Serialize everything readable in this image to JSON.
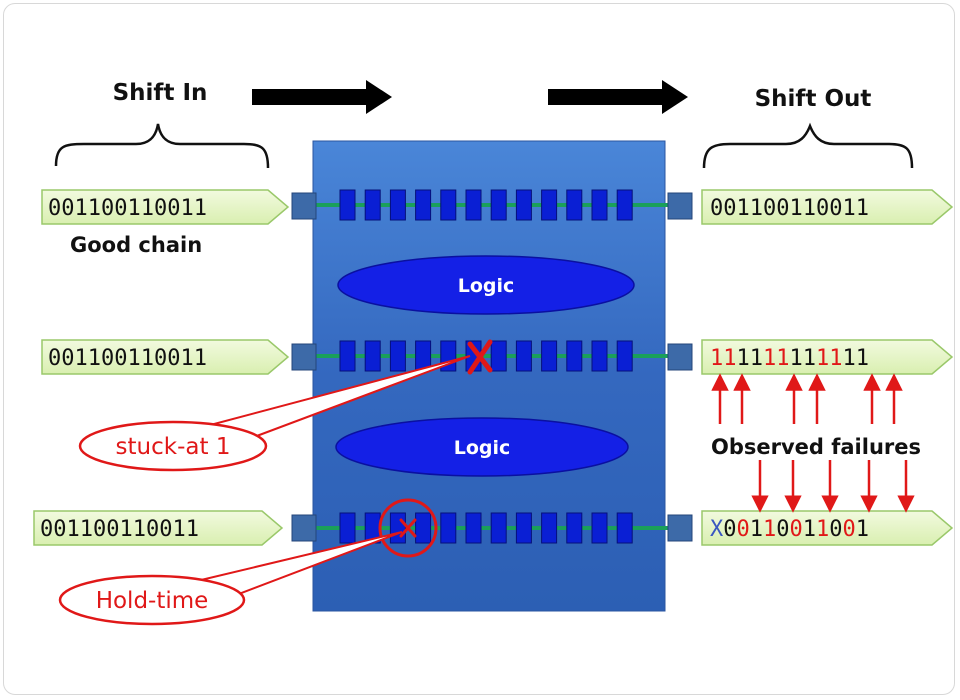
{
  "labels": {
    "shift_in": "Shift In",
    "shift_out": "Shift Out",
    "good_chain": "Good chain",
    "logic_top": "Logic",
    "logic_bottom": "Logic",
    "stuck_at": "stuck-at 1",
    "hold_time": "Hold-time",
    "observed_failures": "Observed failures"
  },
  "inputs": {
    "row1": "001100110011",
    "row2": "001100110011",
    "row3": "001100110011"
  },
  "outputs": {
    "row1": "001100110011",
    "row2": [
      {
        "c": "1",
        "red": true
      },
      {
        "c": "1",
        "red": true
      },
      {
        "c": "1",
        "red": false
      },
      {
        "c": "1",
        "red": false
      },
      {
        "c": "1",
        "red": true
      },
      {
        "c": "1",
        "red": true
      },
      {
        "c": "1",
        "red": false
      },
      {
        "c": "1",
        "red": false
      },
      {
        "c": "1",
        "red": true
      },
      {
        "c": "1",
        "red": true
      },
      {
        "c": "1",
        "red": false
      },
      {
        "c": "1",
        "red": false
      }
    ],
    "row3": [
      {
        "c": "X",
        "color": "blue"
      },
      {
        "c": "0",
        "color": "black"
      },
      {
        "c": "0",
        "color": "red"
      },
      {
        "c": "1",
        "color": "black"
      },
      {
        "c": "1",
        "color": "red"
      },
      {
        "c": "0",
        "color": "black"
      },
      {
        "c": "0",
        "color": "red"
      },
      {
        "c": "1",
        "color": "black"
      },
      {
        "c": "1",
        "color": "red"
      },
      {
        "c": "0",
        "color": "black"
      },
      {
        "c": "0",
        "color": "red"
      },
      {
        "c": "1",
        "color": "black"
      }
    ]
  },
  "colors": {
    "chip": "#3a72c8",
    "flipflop": "#0a1fd4",
    "logic": "#1420e6",
    "wire": "#1aa05a",
    "port": "#3d6aa8",
    "tag_fill": "#e6f5c4",
    "tag_stroke": "#9ac86a",
    "fault": "#e01818"
  }
}
